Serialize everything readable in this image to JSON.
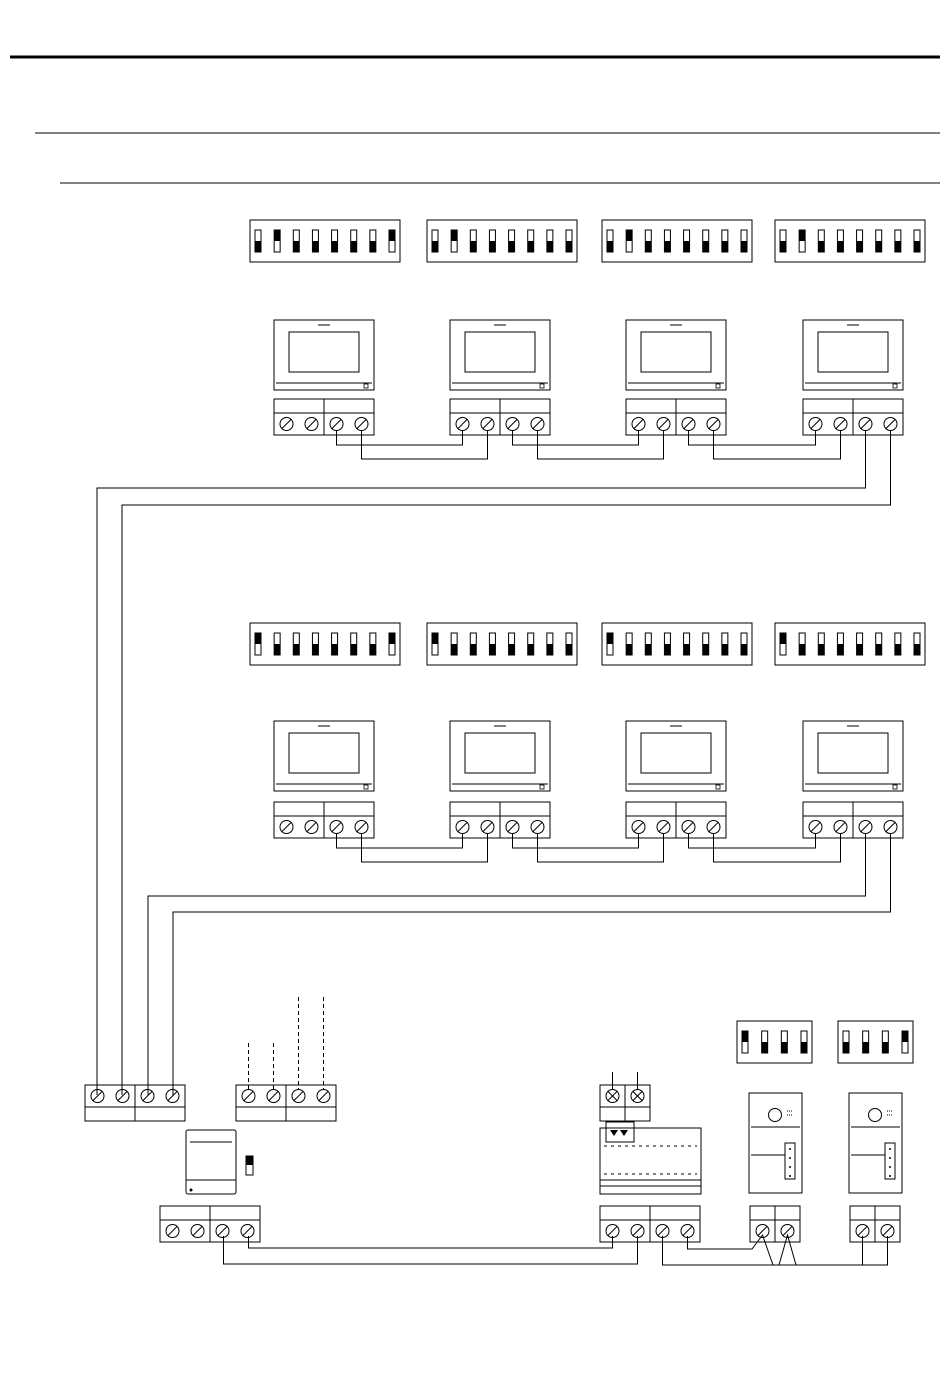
{
  "colors": {
    "line": "#000000",
    "background": "#ffffff"
  },
  "header": {
    "title": "",
    "subtitle": "",
    "section": ""
  },
  "dip_switches": {
    "floor1": [
      [
        0,
        1,
        0,
        0,
        0,
        0,
        0,
        1
      ],
      [
        0,
        1,
        0,
        0,
        0,
        0,
        0,
        0
      ],
      [
        0,
        1,
        0,
        0,
        0,
        0,
        0,
        0
      ],
      [
        0,
        1,
        0,
        0,
        0,
        0,
        0,
        0
      ]
    ],
    "floor2": [
      [
        1,
        0,
        0,
        0,
        0,
        0,
        0,
        1
      ],
      [
        1,
        0,
        0,
        0,
        0,
        0,
        0,
        0
      ],
      [
        1,
        0,
        0,
        0,
        0,
        0,
        0,
        0
      ],
      [
        1,
        0,
        0,
        0,
        0,
        0,
        0,
        0
      ]
    ],
    "panels": [
      [
        1,
        0,
        0,
        0
      ],
      [
        0,
        0,
        0,
        1
      ]
    ]
  },
  "components": {
    "monitors_per_floor": 4,
    "floors": 2,
    "power_supply_label": "",
    "door_panels": 2
  }
}
